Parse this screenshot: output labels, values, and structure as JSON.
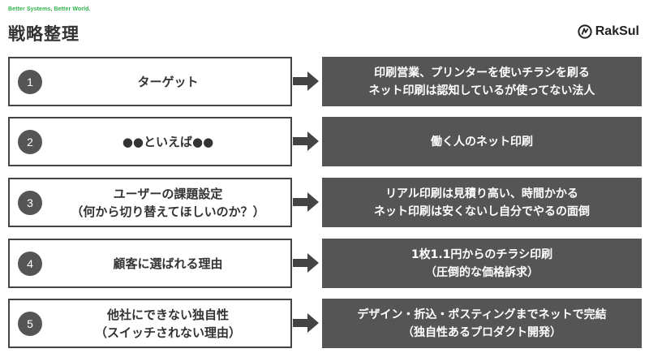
{
  "header": {
    "tagline": "Better Systems, Better World.",
    "title": "戦略整理",
    "logo_text": "RakSul"
  },
  "rows": [
    {
      "number": "1",
      "label": "ターゲット",
      "answer": "印刷営業、プリンターを使いチラシを刷る\nネット印刷は認知しているが使ってない法人"
    },
    {
      "number": "2",
      "label": "●●といえば●●",
      "answer": "働く人のネット印刷"
    },
    {
      "number": "3",
      "label": "ユーザーの課題設定\n（何から切り替えてほしいのか？）",
      "answer": "リアル印刷は見積り高い、時間かかる\nネット印刷は安くないし自分でやるの面倒"
    },
    {
      "number": "4",
      "label": "顧客に選ばれる理由",
      "answer": "1枚1.1円からのチラシ印刷\n（圧倒的な価格訴求）"
    },
    {
      "number": "5",
      "label": "他社にできない独自性\n（スイッチされない理由）",
      "answer": "デザイン・折込・ポスティングまでネットで完結\n（独自性あるプロダクト開発）"
    }
  ],
  "colors": {
    "tagline": "#2db34a",
    "box_dark": "#555555",
    "border": "#444444"
  }
}
